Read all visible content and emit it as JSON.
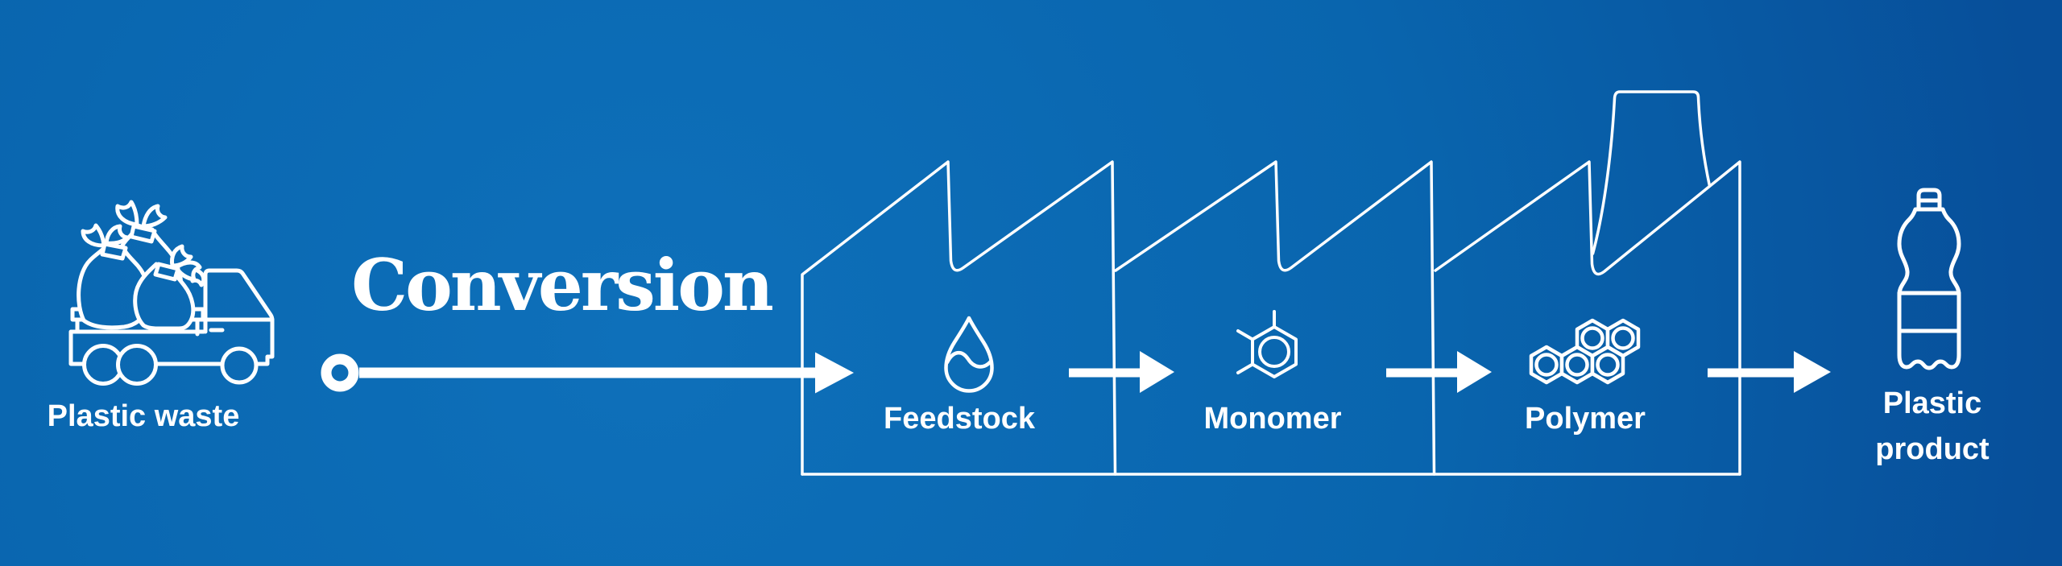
{
  "title": "Plastic waste conversion process infographic",
  "colors": {
    "background_center": "#0e70ba",
    "background_mid": "#0965ae",
    "background_edge": "#074f9a",
    "line_color": "#ffffff",
    "text_color": "#ffffff"
  },
  "source": {
    "label": "Plastic waste",
    "icon": "garbage-truck-icon"
  },
  "conversion": {
    "label": "Conversion",
    "icon": "conversion-arrow"
  },
  "factory": {
    "icon": "factory-outline",
    "smokestack_icon": "smokestack-icon",
    "sections": [
      {
        "label": "Feedstock",
        "icon": "oil-droplet-icon"
      },
      {
        "label": "Monomer",
        "icon": "monomer-molecule-icon"
      },
      {
        "label": "Polymer",
        "icon": "polymer-hexagons-icon"
      }
    ]
  },
  "product": {
    "label_line1": "Plastic",
    "label_line2": "product",
    "icon": "plastic-bottle-icon"
  }
}
